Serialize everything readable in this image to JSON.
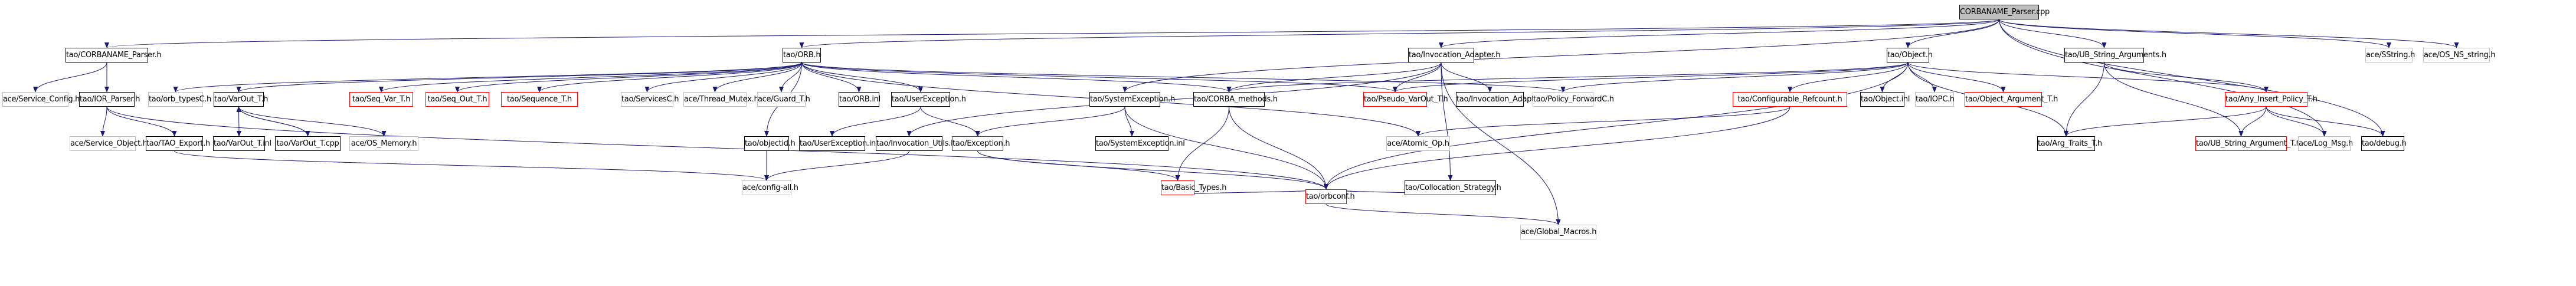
{
  "title": "CORBANAME_Parser.cpp include dependency graph",
  "colors": {
    "edge": "#191970",
    "normal_border": "#000000",
    "external_border": "#bfbfbf",
    "truncated_border": "#ff0000",
    "root_fill": "#bfbfbf"
  },
  "nodes": [
    {
      "id": "root",
      "label": "CORBANAME_Parser.cpp",
      "kind": "root"
    },
    {
      "id": "corbaname_parser_h",
      "label": "tao/CORBANAME_Parser.h",
      "kind": "normal"
    },
    {
      "id": "service_config",
      "label": "ace/Service_Config.h",
      "kind": "external"
    },
    {
      "id": "ior_parser",
      "label": "tao/IOR_Parser.h",
      "kind": "normal"
    },
    {
      "id": "service_object",
      "label": "ace/Service_Object.h",
      "kind": "external"
    },
    {
      "id": "tao_export",
      "label": "tao/TAO_Export.h",
      "kind": "normal"
    },
    {
      "id": "orb_typesc",
      "label": "tao/orb_typesC.h",
      "kind": "external"
    },
    {
      "id": "varout_h",
      "label": "tao/VarOut_T.h",
      "kind": "normal"
    },
    {
      "id": "varout_inl",
      "label": "tao/VarOut_T.inl",
      "kind": "normal"
    },
    {
      "id": "varout_cpp",
      "label": "tao/VarOut_T.cpp",
      "kind": "normal"
    },
    {
      "id": "os_memory",
      "label": "ace/OS_Memory.h",
      "kind": "external"
    },
    {
      "id": "seq_var",
      "label": "tao/Seq_Var_T.h",
      "kind": "truncated"
    },
    {
      "id": "seq_out",
      "label": "tao/Seq_Out_T.h",
      "kind": "truncated"
    },
    {
      "id": "sequence_t",
      "label": "tao/Sequence_T.h",
      "kind": "truncated"
    },
    {
      "id": "servicesc",
      "label": "tao/ServicesC.h",
      "kind": "external"
    },
    {
      "id": "thread_mutex",
      "label": "ace/Thread_Mutex.h",
      "kind": "external"
    },
    {
      "id": "guard_t",
      "label": "ace/Guard_T.h",
      "kind": "external"
    },
    {
      "id": "orb_h",
      "label": "tao/ORB.h",
      "kind": "normal"
    },
    {
      "id": "orb_inl",
      "label": "tao/ORB.inl",
      "kind": "normal"
    },
    {
      "id": "objectid",
      "label": "tao/objectid.h",
      "kind": "normal"
    },
    {
      "id": "config_all",
      "label": "ace/config-all.h",
      "kind": "external"
    },
    {
      "id": "userexception_h",
      "label": "tao/UserException.h",
      "kind": "normal"
    },
    {
      "id": "userexception_inl",
      "label": "tao/UserException.inl",
      "kind": "normal"
    },
    {
      "id": "invocation_utils",
      "label": "tao/Invocation_Utils.h",
      "kind": "normal"
    },
    {
      "id": "exception_h",
      "label": "tao/Exception.h",
      "kind": "truncated"
    },
    {
      "id": "systemexception_h",
      "label": "tao/SystemException.h",
      "kind": "normal"
    },
    {
      "id": "systemexception_inl",
      "label": "tao/SystemException.inl",
      "kind": "normal"
    },
    {
      "id": "basic_types",
      "label": "tao/Basic_Types.h",
      "kind": "truncated"
    },
    {
      "id": "orbconf",
      "label": "tao/orbconf.h",
      "kind": "truncated"
    },
    {
      "id": "corba_methods",
      "label": "tao/CORBA_methods.h",
      "kind": "normal"
    },
    {
      "id": "pseudo_varout",
      "label": "tao/Pseudo_VarOut_T.h",
      "kind": "truncated"
    },
    {
      "id": "atomic_op",
      "label": "ace/Atomic_Op.h",
      "kind": "external"
    },
    {
      "id": "invocation_adapter_h",
      "label": "tao/Invocation_Adapter.h",
      "kind": "normal"
    },
    {
      "id": "invocation_adapter_inl",
      "label": "tao/Invocation_Adapter.inl",
      "kind": "normal"
    },
    {
      "id": "collocation_strategy",
      "label": "tao/Collocation_Strategy.h",
      "kind": "normal"
    },
    {
      "id": "global_macros",
      "label": "ace/Global_Macros.h",
      "kind": "external"
    },
    {
      "id": "policy_forwardc",
      "label": "tao/Policy_ForwardC.h",
      "kind": "external"
    },
    {
      "id": "configurable_refcount",
      "label": "tao/Configurable_Refcount.h",
      "kind": "truncated"
    },
    {
      "id": "object_h",
      "label": "tao/Object.h",
      "kind": "normal"
    },
    {
      "id": "object_inl",
      "label": "tao/Object.inl",
      "kind": "normal"
    },
    {
      "id": "iopc",
      "label": "tao/IOPC.h",
      "kind": "external"
    },
    {
      "id": "object_argument_t",
      "label": "tao/Object_Argument_T.h",
      "kind": "truncated"
    },
    {
      "id": "ub_string_arguments",
      "label": "tao/UB_String_Arguments.h",
      "kind": "normal"
    },
    {
      "id": "any_insert_policy",
      "label": "tao/Any_Insert_Policy_T.h",
      "kind": "truncated"
    },
    {
      "id": "arg_traits",
      "label": "tao/Arg_Traits_T.h",
      "kind": "normal"
    },
    {
      "id": "ub_string_argument_t",
      "label": "tao/UB_String_Argument_T.h",
      "kind": "truncated"
    },
    {
      "id": "log_msg",
      "label": "ace/Log_Msg.h",
      "kind": "external"
    },
    {
      "id": "debug_h",
      "label": "tao/debug.h",
      "kind": "normal"
    },
    {
      "id": "sstring",
      "label": "ace/SString.h",
      "kind": "external"
    },
    {
      "id": "os_ns_string",
      "label": "ace/OS_NS_string.h",
      "kind": "external"
    }
  ],
  "edges": [
    [
      "root",
      "corbaname_parser_h"
    ],
    [
      "root",
      "orb_h"
    ],
    [
      "root",
      "object_h"
    ],
    [
      "root",
      "ub_string_arguments"
    ],
    [
      "root",
      "invocation_adapter_h"
    ],
    [
      "root",
      "systemexception_h"
    ],
    [
      "root",
      "sstring"
    ],
    [
      "root",
      "os_ns_string"
    ],
    [
      "root",
      "log_msg"
    ],
    [
      "root",
      "debug_h"
    ],
    [
      "corbaname_parser_h",
      "service_config"
    ],
    [
      "corbaname_parser_h",
      "ior_parser"
    ],
    [
      "ior_parser",
      "service_object"
    ],
    [
      "ior_parser",
      "tao_export"
    ],
    [
      "ior_parser",
      "orbconf"
    ],
    [
      "tao_export",
      "config_all"
    ],
    [
      "orb_h",
      "orb_typesc"
    ],
    [
      "orb_h",
      "varout_h"
    ],
    [
      "orb_h",
      "seq_var"
    ],
    [
      "orb_h",
      "seq_out"
    ],
    [
      "orb_h",
      "sequence_t"
    ],
    [
      "orb_h",
      "servicesc"
    ],
    [
      "orb_h",
      "thread_mutex"
    ],
    [
      "orb_h",
      "guard_t"
    ],
    [
      "orb_h",
      "objectid"
    ],
    [
      "orb_h",
      "orb_inl"
    ],
    [
      "orb_h",
      "userexception_h"
    ],
    [
      "orb_h",
      "corba_methods"
    ],
    [
      "orb_h",
      "pseudo_varout"
    ],
    [
      "orb_h",
      "atomic_op"
    ],
    [
      "orb_h",
      "policy_forwardc"
    ],
    [
      "varout_h",
      "varout_inl"
    ],
    [
      "varout_h",
      "varout_cpp"
    ],
    [
      "varout_cpp",
      "varout_h"
    ],
    [
      "varout_h",
      "os_memory"
    ],
    [
      "objectid",
      "config_all"
    ],
    [
      "userexception_h",
      "userexception_inl"
    ],
    [
      "userexception_h",
      "exception_h"
    ],
    [
      "invocation_utils",
      "config_all"
    ],
    [
      "systemexception_h",
      "exception_h"
    ],
    [
      "systemexception_h",
      "systemexception_inl"
    ],
    [
      "systemexception_h",
      "orbconf"
    ],
    [
      "exception_h",
      "basic_types"
    ],
    [
      "exception_h",
      "orbconf"
    ],
    [
      "basic_types",
      "orbconf"
    ],
    [
      "corba_methods",
      "basic_types"
    ],
    [
      "corba_methods",
      "orbconf"
    ],
    [
      "orbconf",
      "global_macros"
    ],
    [
      "invocation_adapter_h",
      "invocation_utils"
    ],
    [
      "invocation_adapter_h",
      "corba_methods"
    ],
    [
      "invocation_adapter_h",
      "pseudo_varout"
    ],
    [
      "invocation_adapter_h",
      "invocation_adapter_inl"
    ],
    [
      "invocation_adapter_h",
      "collocation_strategy"
    ],
    [
      "invocation_adapter_h",
      "global_macros"
    ],
    [
      "collocation_strategy",
      "orbconf"
    ],
    [
      "object_h",
      "corba_methods"
    ],
    [
      "object_h",
      "pseudo_varout"
    ],
    [
      "object_h",
      "policy_forwardc"
    ],
    [
      "object_h",
      "configurable_refcount"
    ],
    [
      "object_h",
      "object_inl"
    ],
    [
      "object_h",
      "iopc"
    ],
    [
      "object_h",
      "object_argument_t"
    ],
    [
      "object_h",
      "arg_traits"
    ],
    [
      "object_h",
      "any_insert_policy"
    ],
    [
      "object_h",
      "orbconf"
    ],
    [
      "configurable_refcount",
      "atomic_op"
    ],
    [
      "configurable_refcount",
      "orbconf"
    ],
    [
      "ub_string_arguments",
      "arg_traits"
    ],
    [
      "ub_string_arguments",
      "ub_string_argument_t"
    ],
    [
      "ub_string_arguments",
      "any_insert_policy"
    ],
    [
      "any_insert_policy",
      "arg_traits"
    ],
    [
      "any_insert_policy",
      "ub_string_argument_t"
    ],
    [
      "any_insert_policy",
      "log_msg"
    ],
    [
      "any_insert_policy",
      "debug_h"
    ]
  ]
}
